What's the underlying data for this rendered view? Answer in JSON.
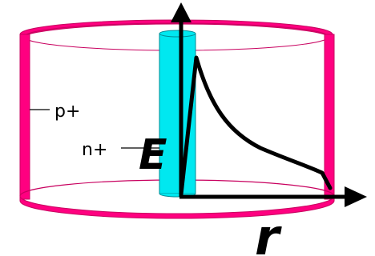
{
  "labels": {
    "outer": "p+",
    "inner": "n+",
    "vertical_axis": "E",
    "horizontal_axis": "r"
  },
  "colors": {
    "outer_cylinder": "#ff0080",
    "outer_cylinder_dark": "#c8005f",
    "inner_cylinder": "#00e8f0",
    "inner_cylinder_edge": "#008c96",
    "axes": "#000000",
    "field_curve": "#000000"
  }
}
